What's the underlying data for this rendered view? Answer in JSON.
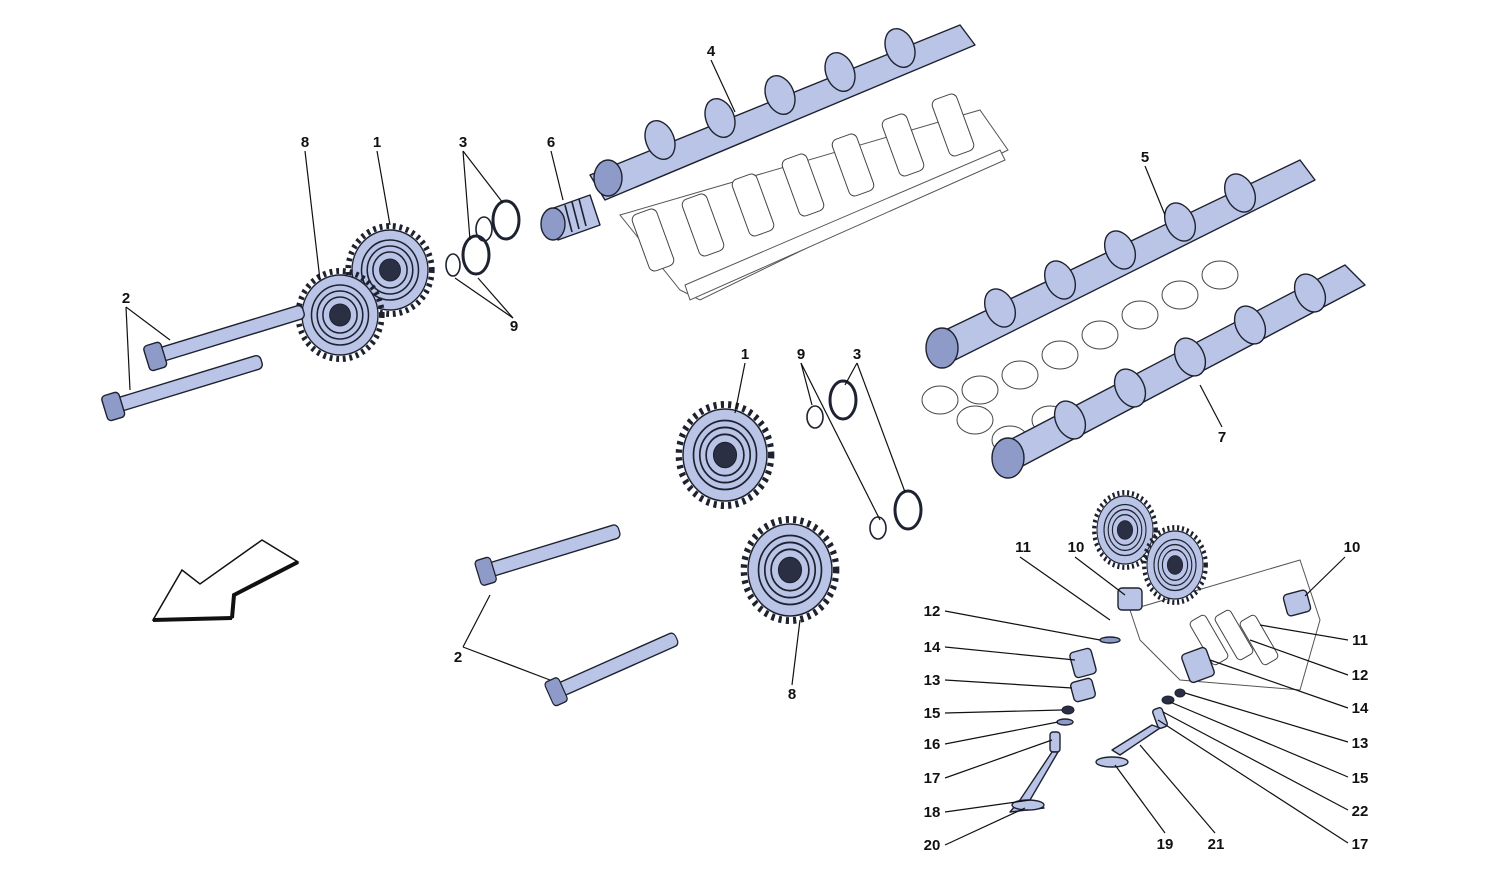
{
  "callouts": {
    "c1a": "1",
    "c1b": "1",
    "c2a": "2",
    "c2b": "2",
    "c3a": "3",
    "c3b": "3",
    "c4": "4",
    "c5": "5",
    "c6": "6",
    "c7": "7",
    "c8a": "8",
    "c8b": "8",
    "c9a": "9",
    "c9b": "9",
    "c10a": "10",
    "c10b": "10",
    "c11a": "11",
    "c11b": "11",
    "c12a": "12",
    "c12b": "12",
    "c13a": "13",
    "c13b": "13",
    "c14a": "14",
    "c14b": "14",
    "c15a": "15",
    "c15b": "15",
    "c16": "16",
    "c17a": "17",
    "c17b": "17",
    "c18": "18",
    "c19": "19",
    "c20": "20",
    "c21": "21",
    "c22": "22"
  },
  "colors": {
    "part_fill": "#b9c4e6",
    "part_outline": "#1e2230",
    "background": "#ffffff"
  }
}
